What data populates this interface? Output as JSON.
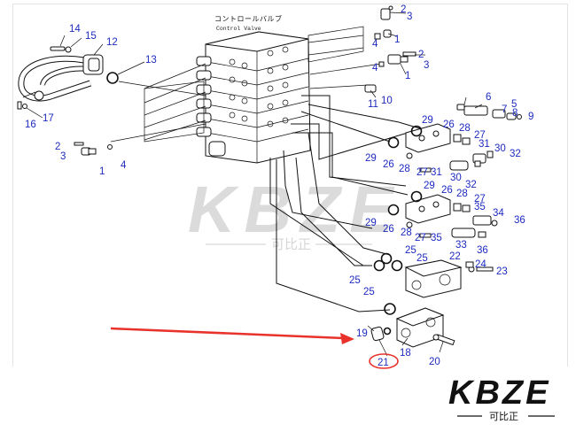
{
  "title": {
    "japanese": "コントロールバルブ",
    "english": "Control Valve"
  },
  "part_labels": [
    "1",
    "2",
    "3",
    "4",
    "5",
    "6",
    "7",
    "8",
    "9",
    "10",
    "11",
    "12",
    "13",
    "14",
    "15",
    "16",
    "17",
    "18",
    "19",
    "20",
    "21",
    "22",
    "23",
    "24",
    "25",
    "26",
    "27",
    "28",
    "29",
    "30",
    "31",
    "32",
    "33",
    "34",
    "35",
    "36"
  ],
  "watermark": {
    "text": "KBZE",
    "subtext": "可比正"
  },
  "logo": {
    "text": "KBZE",
    "subtext": "可比正"
  },
  "highlight": {
    "part": "21",
    "arrow_color": "#e8322b",
    "circle_color": "#e8322b"
  },
  "colors": {
    "label": "#1d2bbf",
    "line": "#111111"
  }
}
